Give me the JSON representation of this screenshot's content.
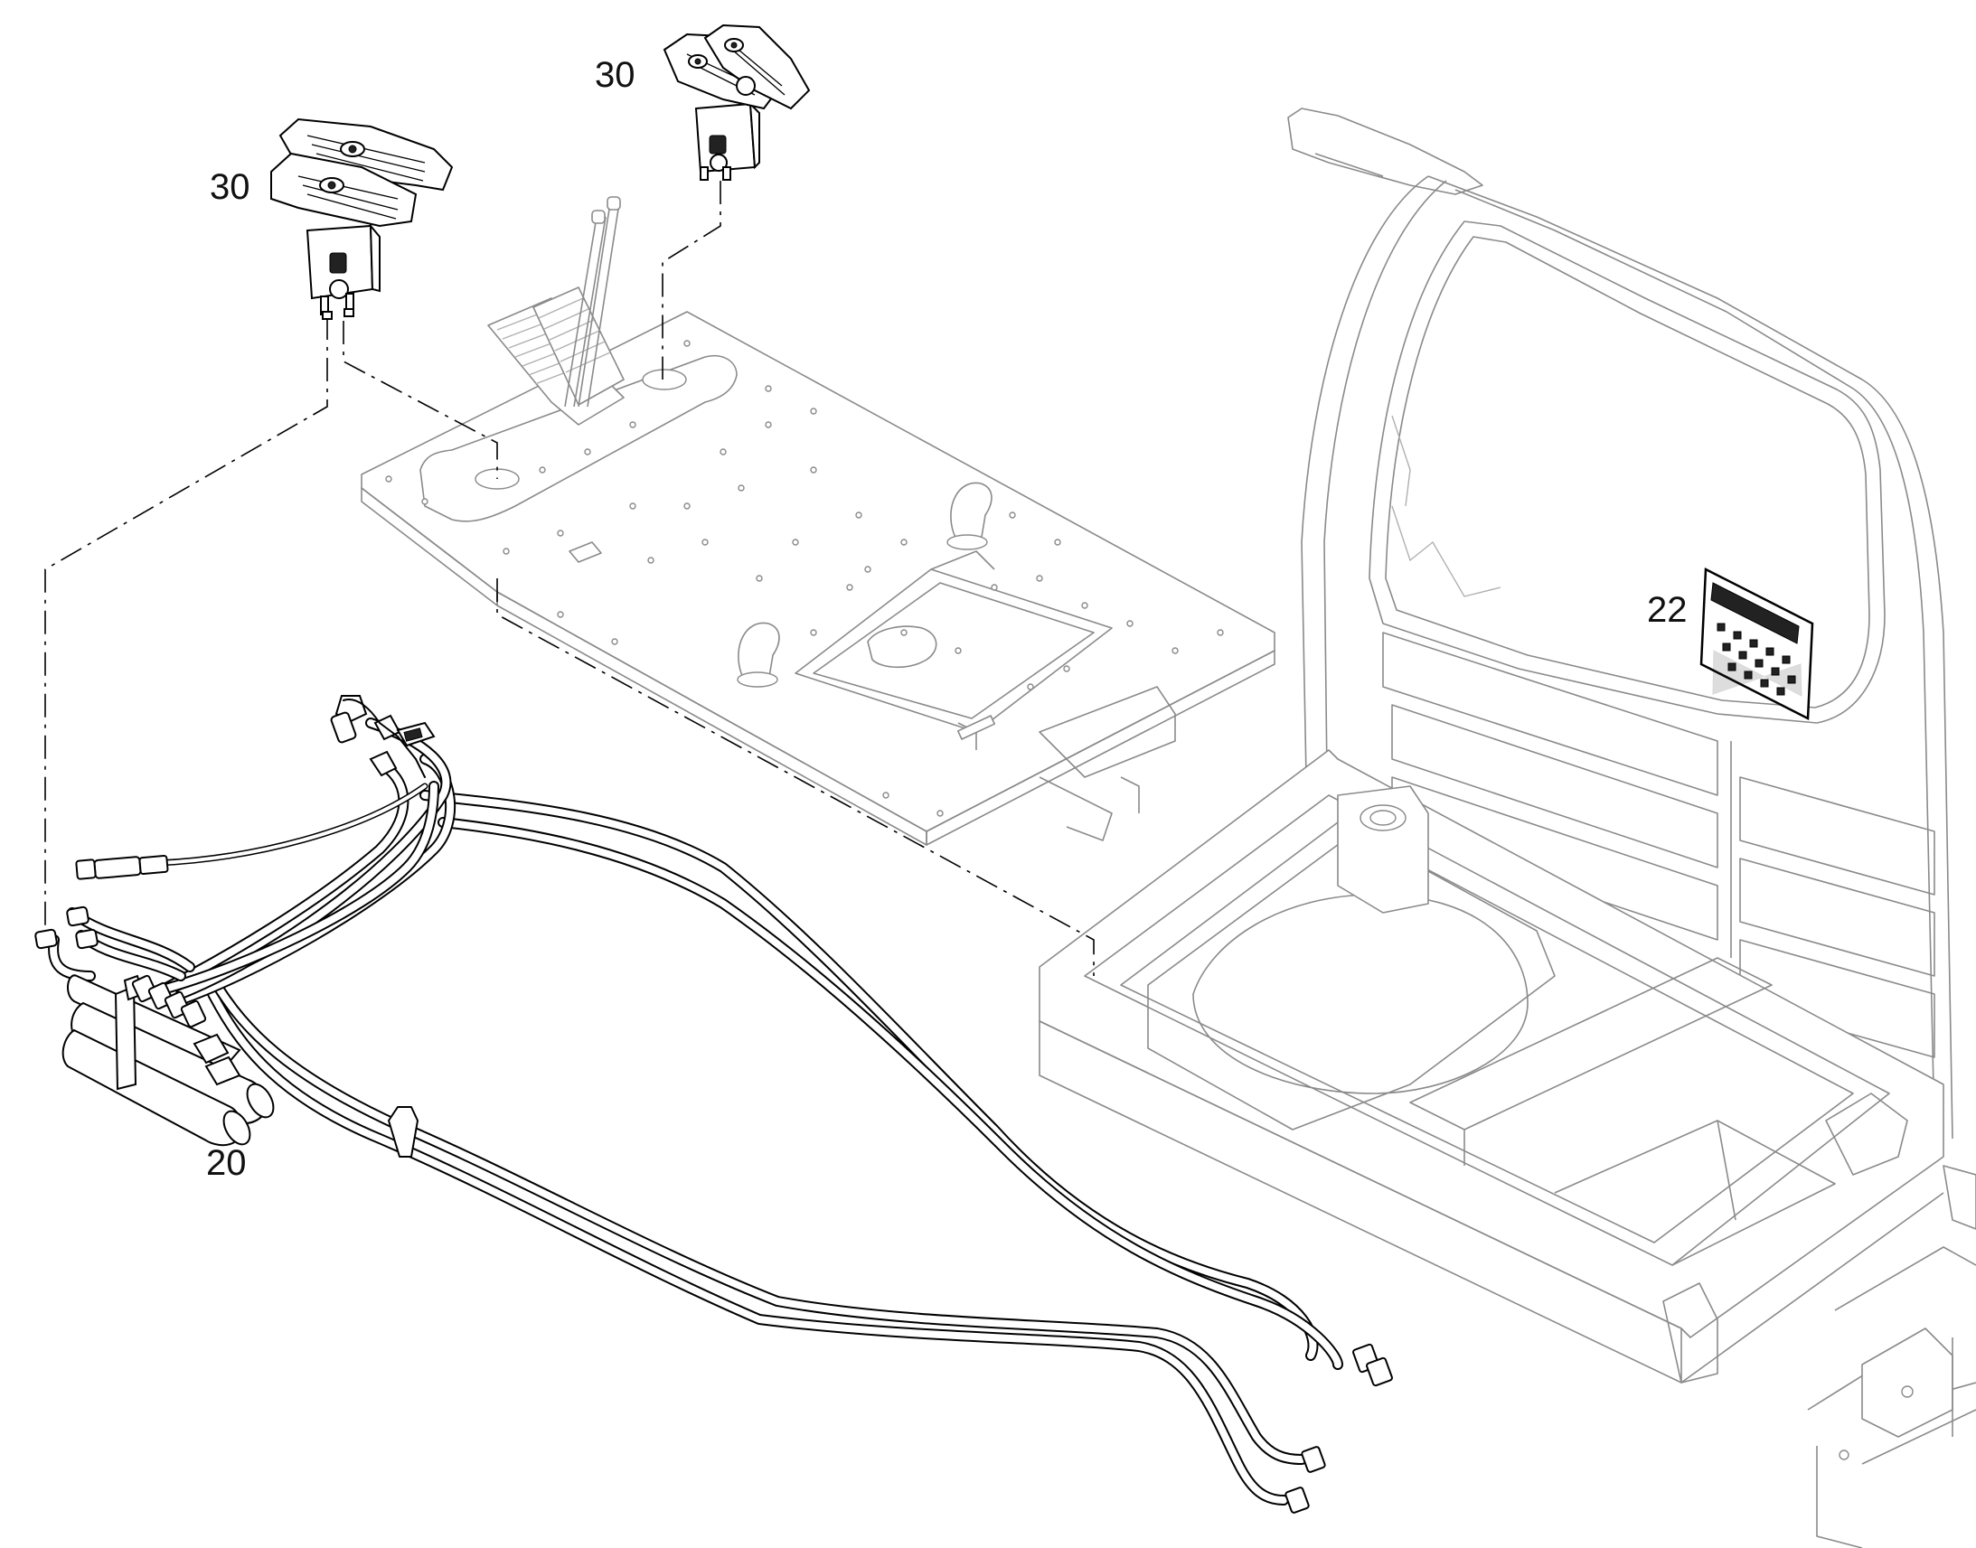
{
  "callouts": {
    "pedal_left": "30",
    "pedal_right": "30",
    "valve_block": "20",
    "decal": "22"
  }
}
